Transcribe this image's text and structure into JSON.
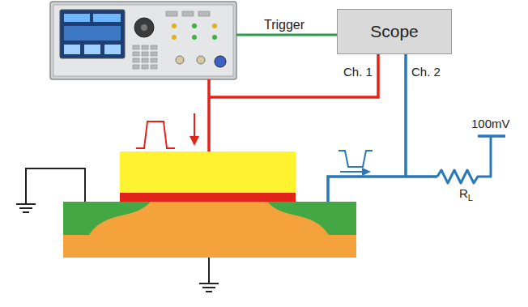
{
  "diagram": {
    "nodes": [
      {
        "text": [
          "Scope"
        ]
      }
    ],
    "labels": [
      "Trigger",
      "Ch. 1",
      "Ch. 2",
      "100mV",
      "RL"
    ]
  }
}
